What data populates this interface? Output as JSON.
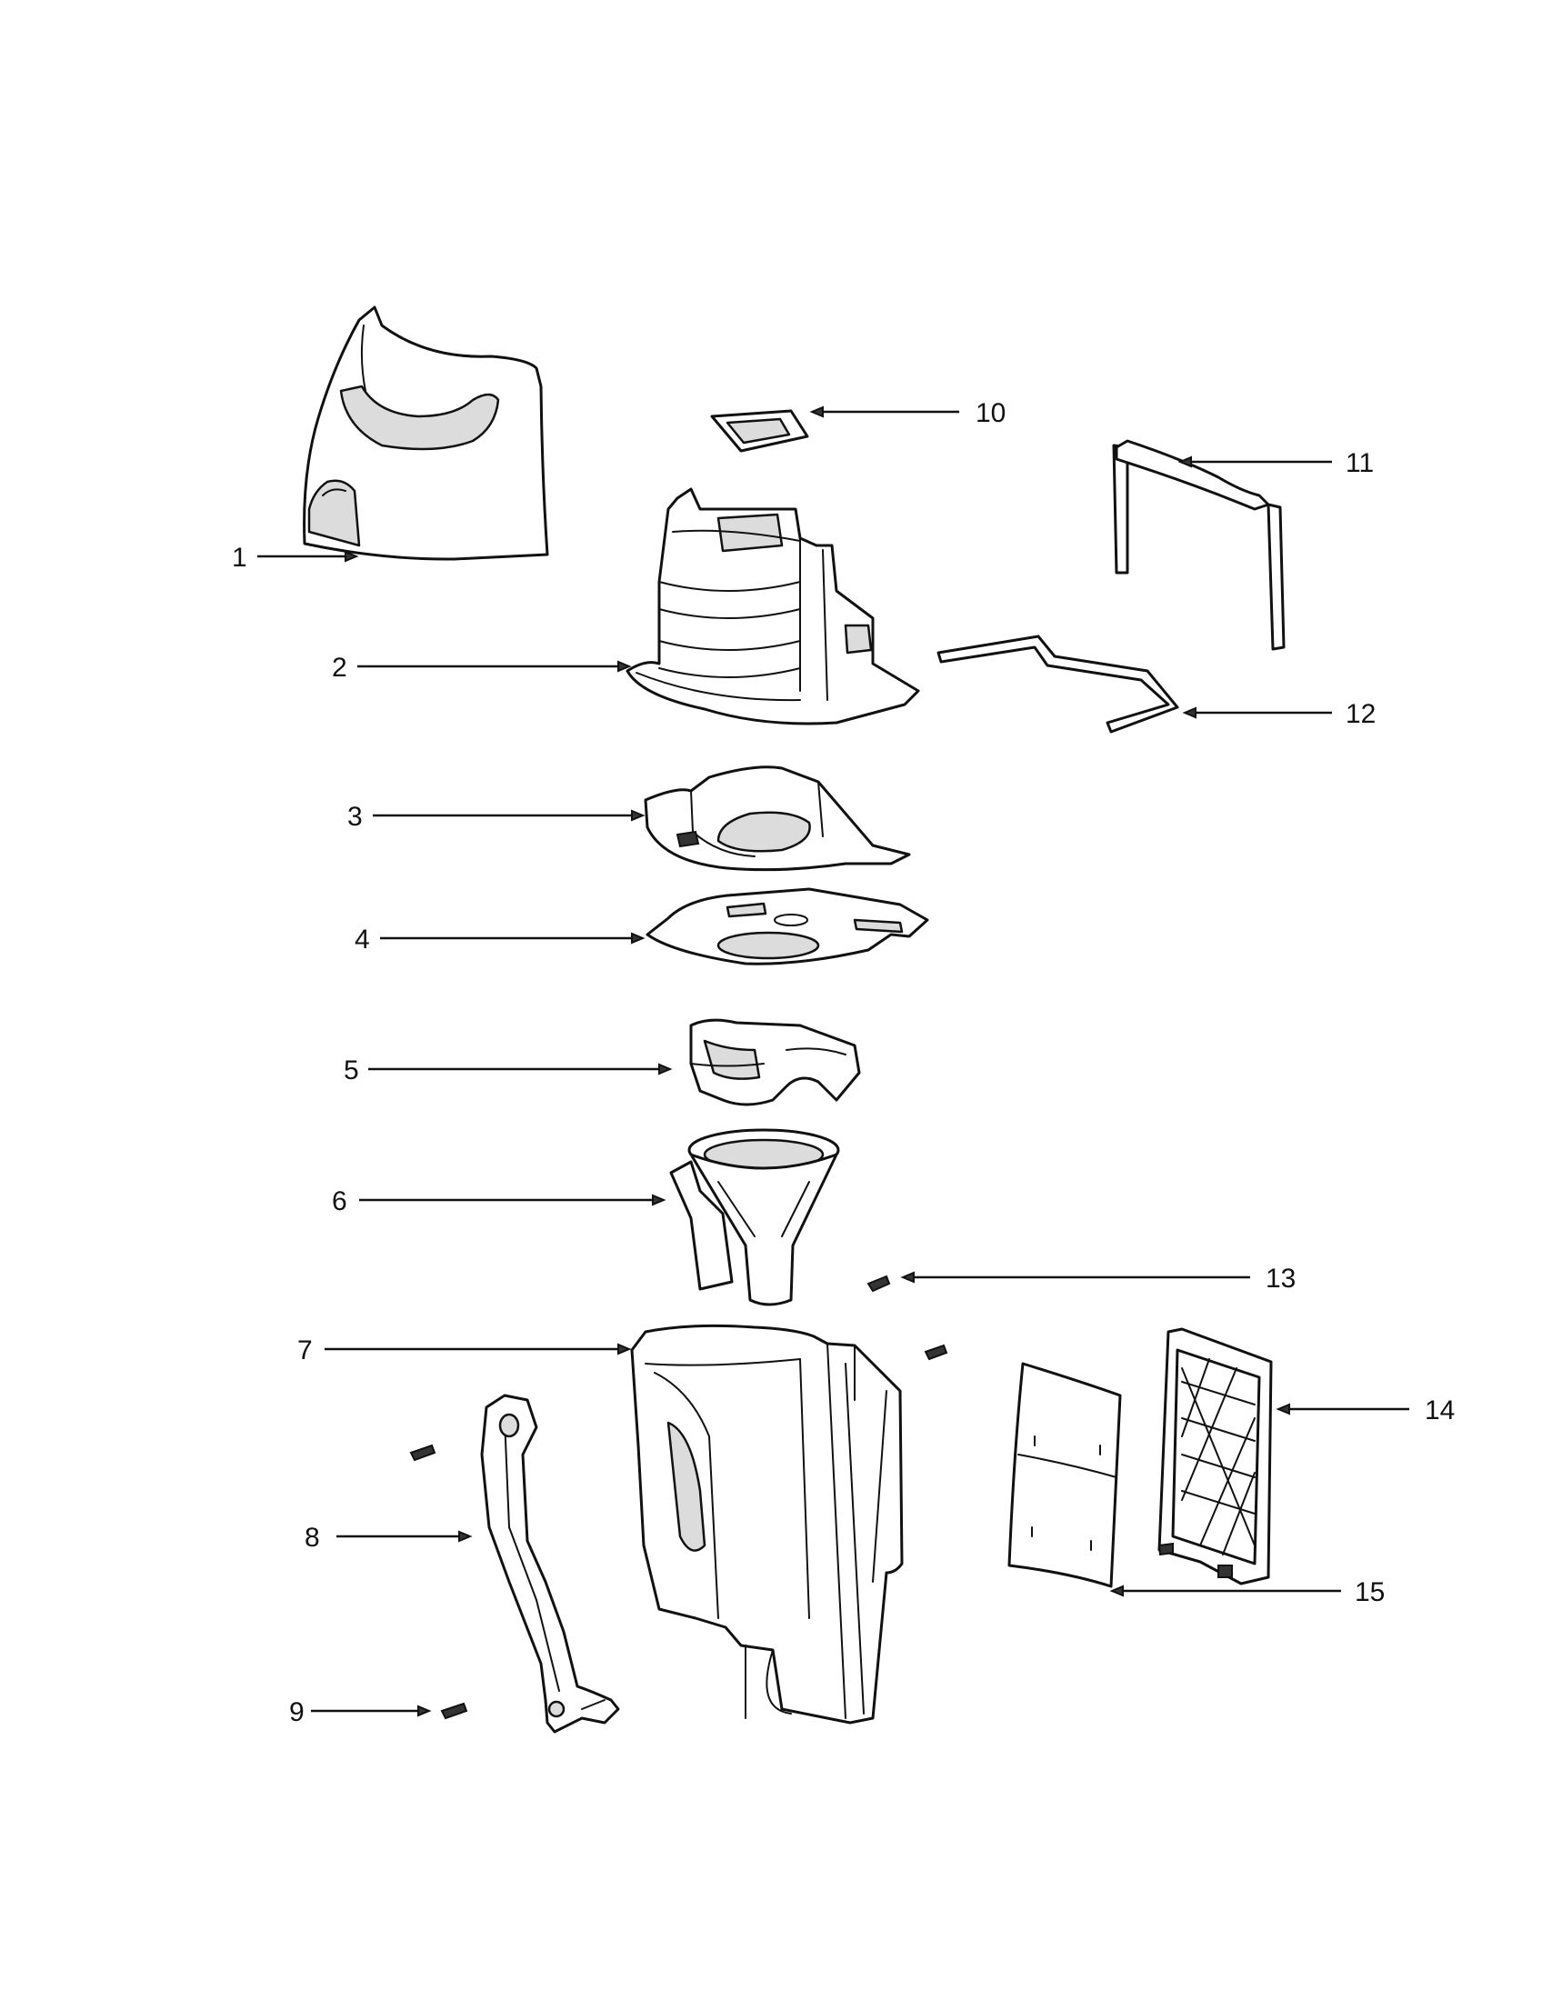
{
  "callouts": [
    {
      "id": "1",
      "label": "1"
    },
    {
      "id": "2",
      "label": "2"
    },
    {
      "id": "3",
      "label": "3"
    },
    {
      "id": "4",
      "label": "4"
    },
    {
      "id": "5",
      "label": "5"
    },
    {
      "id": "6",
      "label": "6"
    },
    {
      "id": "7",
      "label": "7"
    },
    {
      "id": "8",
      "label": "8"
    },
    {
      "id": "9",
      "label": "9"
    },
    {
      "id": "10",
      "label": "10"
    },
    {
      "id": "11",
      "label": "11"
    },
    {
      "id": "12",
      "label": "12"
    },
    {
      "id": "13",
      "label": "13"
    },
    {
      "id": "14",
      "label": "14"
    },
    {
      "id": "15",
      "label": "15"
    }
  ],
  "colors": {
    "line": "#111111",
    "background": "#ffffff",
    "shade": "#dcdcdc"
  }
}
